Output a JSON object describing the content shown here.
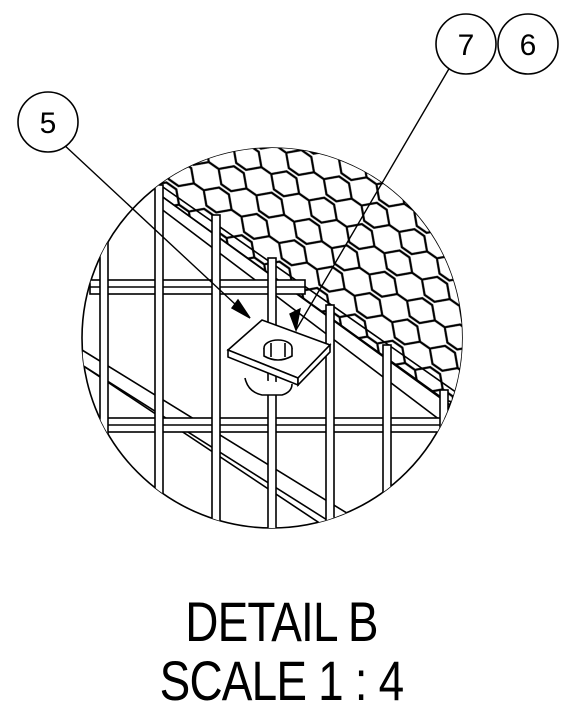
{
  "detail": {
    "title": "DETAIL B",
    "scale": "SCALE 1 : 4"
  },
  "balloons": [
    {
      "id": "5"
    },
    {
      "id": "7"
    },
    {
      "id": "6"
    }
  ],
  "colors": {
    "line": "#000000",
    "background": "#ffffff"
  }
}
